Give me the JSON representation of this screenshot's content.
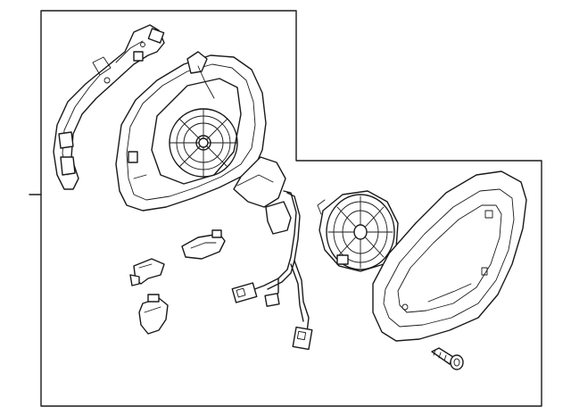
{
  "diagram": {
    "line_color": "#1a1a1a",
    "background_color": "#ffffff",
    "parts": [
      {
        "id": "mirror-assembly",
        "icon": "mirror-housing-with-glass-motor"
      },
      {
        "id": "trim-bracket",
        "icon": "curved-mounting-bracket"
      },
      {
        "id": "adjust-motor",
        "icon": "round-adjustment-motor"
      },
      {
        "id": "mirror-cover",
        "icon": "outer-mirror-cap"
      },
      {
        "id": "wire-harness",
        "icon": "wiring-harness-with-connectors"
      },
      {
        "id": "lamp-holder",
        "icon": "small-bracket-clip"
      },
      {
        "id": "mounting-clip",
        "icon": "small-clip"
      },
      {
        "id": "sensor",
        "icon": "puddle-lamp-sensor"
      },
      {
        "id": "screw",
        "icon": "mounting-screw"
      }
    ]
  }
}
